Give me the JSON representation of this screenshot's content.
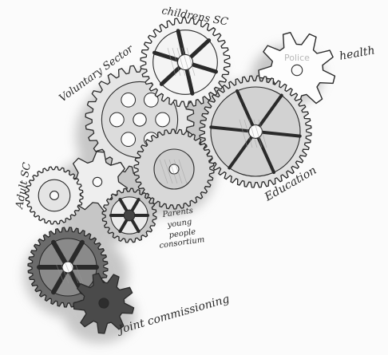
{
  "labels": {
    "childrens_sc": "childrens SC",
    "voluntary_sector": "Voluntary Sector",
    "health": "health",
    "police": "Police",
    "adult_sc": "Adult SC",
    "education": "Education",
    "young_people": [
      "Parents",
      "young",
      "people",
      "consortium"
    ],
    "joint_commissioning": "Joint commissioning"
  },
  "colors": {
    "paper": "#fbfbfb",
    "wash": "#9c9c9c",
    "ink": "#2a2a2a",
    "dark_gear": "#4a4a4a"
  }
}
